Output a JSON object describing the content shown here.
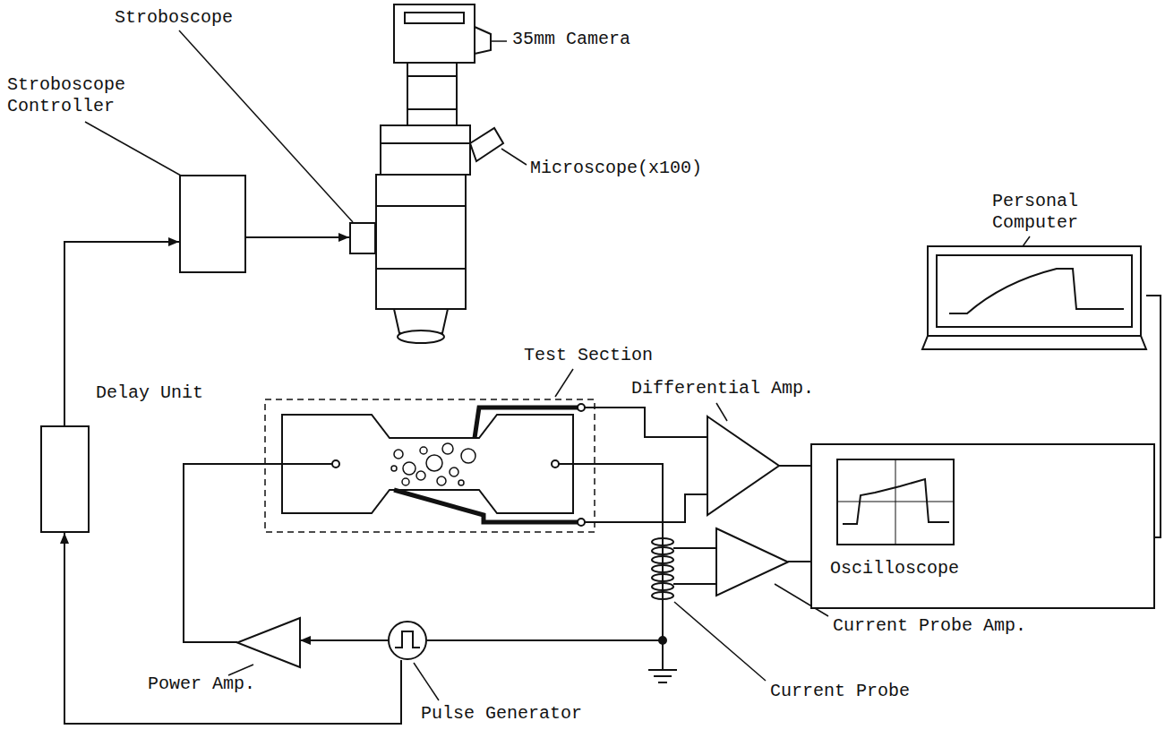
{
  "diagram": {
    "nodes": [
      {
        "text": [
          "Stroboscope"
        ]
      },
      {
        "text": [
          "Stroboscope Controller"
        ]
      },
      {
        "text": [
          "Personal Computer"
        ]
      },
      {
        "text": [
          "Delay Unit"
        ]
      },
      {
        "text": [
          "Test Section"
        ]
      },
      {
        "text": [
          "Differential Amp."
        ]
      },
      {
        "text": [
          "Oscilloscope"
        ]
      },
      {
        "text": [
          "Current Probe Amp."
        ]
      },
      {
        "text": [
          "Power Amp."
        ]
      },
      {
        "text": [
          "Pulse Generator"
        ]
      },
      {
        "text": [
          "Current Probe"
        ]
      }
    ],
    "edges": [
      {
        "from": 1,
        "to": 0,
        "arrow": "to"
      },
      {
        "from": 3,
        "to": 1,
        "arrow": "to"
      },
      {
        "from": 9,
        "to": 3,
        "arrow": "to"
      },
      {
        "from": 9,
        "to": 8,
        "arrow": "to"
      },
      {
        "from": 8,
        "to": 4,
        "arrow": "none"
      },
      {
        "from": 4,
        "to": 5,
        "arrow": "none"
      },
      {
        "from": 4,
        "to": 5,
        "arrow": "none"
      },
      {
        "from": 5,
        "to": 6,
        "arrow": "none"
      },
      {
        "from": 10,
        "to": 7,
        "arrow": "none"
      },
      {
        "from": 10,
        "to": 7,
        "arrow": "none"
      },
      {
        "from": 7,
        "to": 6,
        "arrow": "none"
      },
      {
        "from": 6,
        "to": 2,
        "arrow": "none"
      },
      {
        "from": 4,
        "to": 9,
        "arrow": "none"
      }
    ],
    "labels": [
      "35mm Camera",
      "Microscope(x100)"
    ]
  }
}
